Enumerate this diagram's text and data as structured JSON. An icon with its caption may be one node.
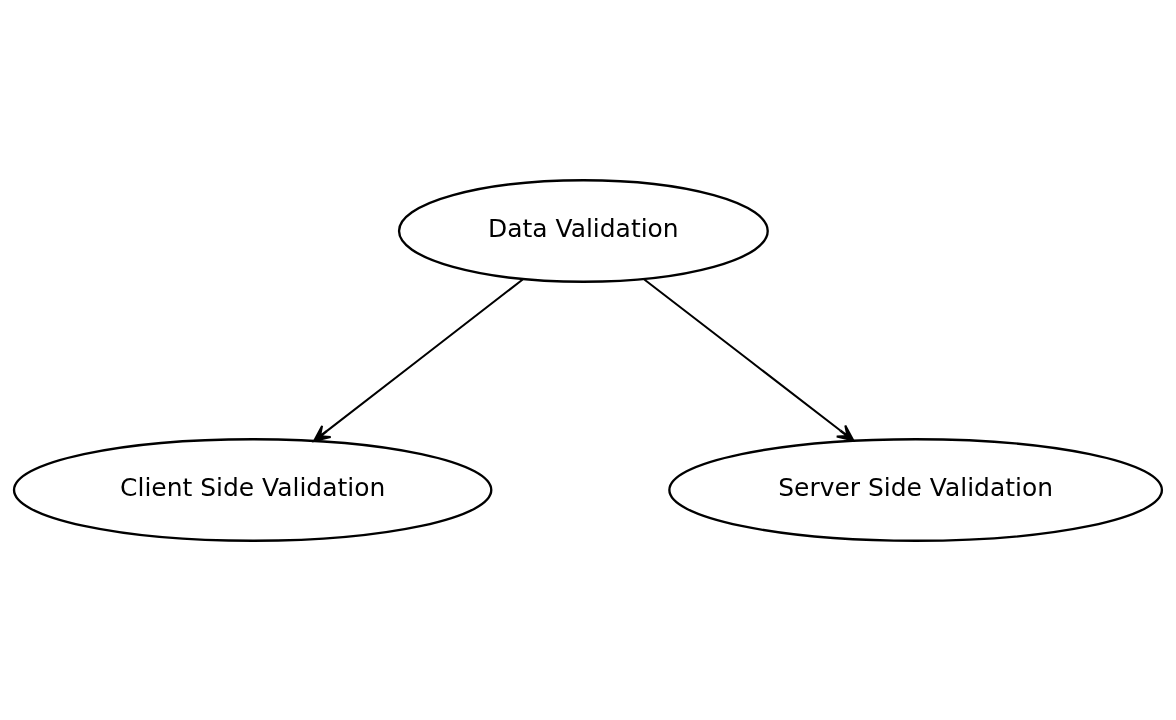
{
  "diagram": {
    "nodes": [
      {
        "text": [
          "Data Validation"
        ]
      },
      {
        "text": [
          "Client Side Validation"
        ]
      },
      {
        "text": [
          "Server Side Validation"
        ]
      }
    ],
    "edges": [
      {
        "from": 0,
        "to": 1,
        "arrow": "to"
      },
      {
        "from": 0,
        "to": 2,
        "arrow": "to"
      }
    ]
  }
}
